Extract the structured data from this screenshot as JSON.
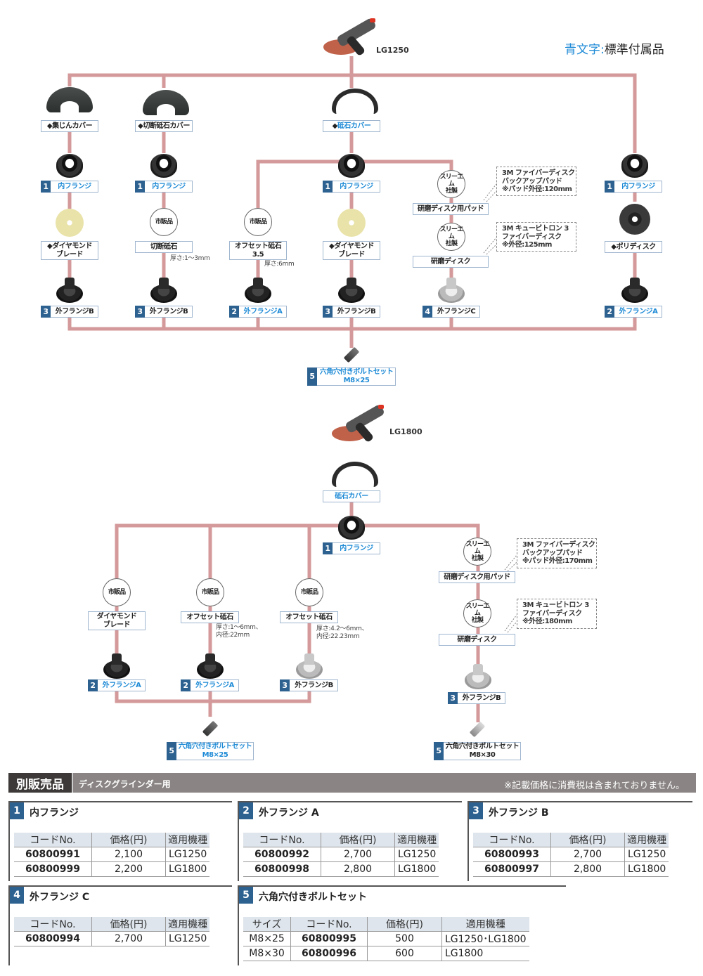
{
  "legend": {
    "blue_text": "青文字",
    "colon": ":",
    "meaning": "標準付属品"
  },
  "colors": {
    "line": "#d4999a",
    "badge": "#2d6190",
    "blue": "#1d8ad6"
  },
  "lg1250": {
    "model": "LG1250",
    "dust_cover": "◆集じんカバー",
    "cutting_cover": "◆切断砥石カバー",
    "wheel_cover_mark": "◆",
    "wheel_cover": "砥石カバー",
    "inner_flange": {
      "num": "1",
      "label": "内フランジ"
    },
    "diamond_blade": "◆ダイヤモンド\nブレード",
    "commercial": "市販品",
    "cutting_wheel": "切断砥石",
    "cutting_note": "厚さ:1〜3mm",
    "offset_wheel": "オフセット砥石\n3.5",
    "offset_note": "厚さ:6mm",
    "three_m": "スリーエム\n社製",
    "pad": "研磨ディスク用パッド",
    "pad_note": "3M ファイバーディスク\nバックアップパッド\n※パッド外径:120mm",
    "disc": "研磨ディスク",
    "disc_note": "3M キュービトロン 3\nファイバーディスク\n※外径:125mm",
    "poly_disc": "◆ポリディスク",
    "outer_b": {
      "num": "3",
      "label": "外フランジB"
    },
    "outer_a": {
      "num": "2",
      "label": "外フランジA"
    },
    "outer_c": {
      "num": "4",
      "label": "外フランジC"
    },
    "bolt": {
      "num": "5",
      "label": "六角穴付きボルトセット\nM8×25"
    }
  },
  "lg1800": {
    "model": "LG1800",
    "wheel_cover": "砥石カバー",
    "inner_flange": {
      "num": "1",
      "label": "内フランジ"
    },
    "commercial": "市販品",
    "diamond_blade": "ダイヤモンド\nブレード",
    "offset_wheel": "オフセット砥石",
    "offset_note_1": "厚さ:1〜6mm、\n内径:22mm",
    "offset_note_2": "厚さ:4.2〜6mm、\n内径:22.23mm",
    "three_m": "スリーエム\n社製",
    "pad": "研磨ディスク用パッド",
    "pad_note": "3M ファイバーディスク\nバックアップパッド\n※パッド外径:170mm",
    "disc": "研磨ディスク",
    "disc_note": "3M キュービトロン 3\nファイバーディスク\n※外径:180mm",
    "outer_a": {
      "num": "2",
      "label": "外フランジA"
    },
    "outer_b": {
      "num": "3",
      "label": "外フランジB"
    },
    "bolt25": {
      "num": "5",
      "label": "六角穴付きボルトセット\nM8×25"
    },
    "bolt30": {
      "num": "5",
      "label": "六角穴付きボルトセット\nM8×30"
    }
  },
  "price": {
    "header": "別販売品",
    "subheader": "ディスクグラインダー用",
    "tax_note": "※記載価格に消費税は含まれておりません。",
    "groups": [
      {
        "num": "1",
        "title": "内フランジ",
        "columns": [
          "コードNo.",
          "価格(円)",
          "適用機種"
        ],
        "rows": [
          [
            "60800991",
            "2,100",
            "LG1250"
          ],
          [
            "60800999",
            "2,200",
            "LG1800"
          ]
        ]
      },
      {
        "num": "2",
        "title": "外フランジ A",
        "columns": [
          "コードNo.",
          "価格(円)",
          "適用機種"
        ],
        "rows": [
          [
            "60800992",
            "2,700",
            "LG1250"
          ],
          [
            "60800998",
            "2,800",
            "LG1800"
          ]
        ]
      },
      {
        "num": "3",
        "title": "外フランジ B",
        "columns": [
          "コードNo.",
          "価格(円)",
          "適用機種"
        ],
        "rows": [
          [
            "60800993",
            "2,700",
            "LG1250"
          ],
          [
            "60800997",
            "2,800",
            "LG1800"
          ]
        ]
      },
      {
        "num": "4",
        "title": "外フランジ C",
        "columns": [
          "コードNo.",
          "価格(円)",
          "適用機種"
        ],
        "rows": [
          [
            "60800994",
            "2,700",
            "LG1250"
          ]
        ]
      },
      {
        "num": "5",
        "title": "六角穴付きボルトセット",
        "columns": [
          "サイズ",
          "コードNo.",
          "価格(円)",
          "適用機種"
        ],
        "rows": [
          [
            "M8×25",
            "60800995",
            "500",
            "LG1250･LG1800"
          ],
          [
            "M8×30",
            "60800996",
            "600",
            "LG1800"
          ]
        ]
      }
    ]
  }
}
